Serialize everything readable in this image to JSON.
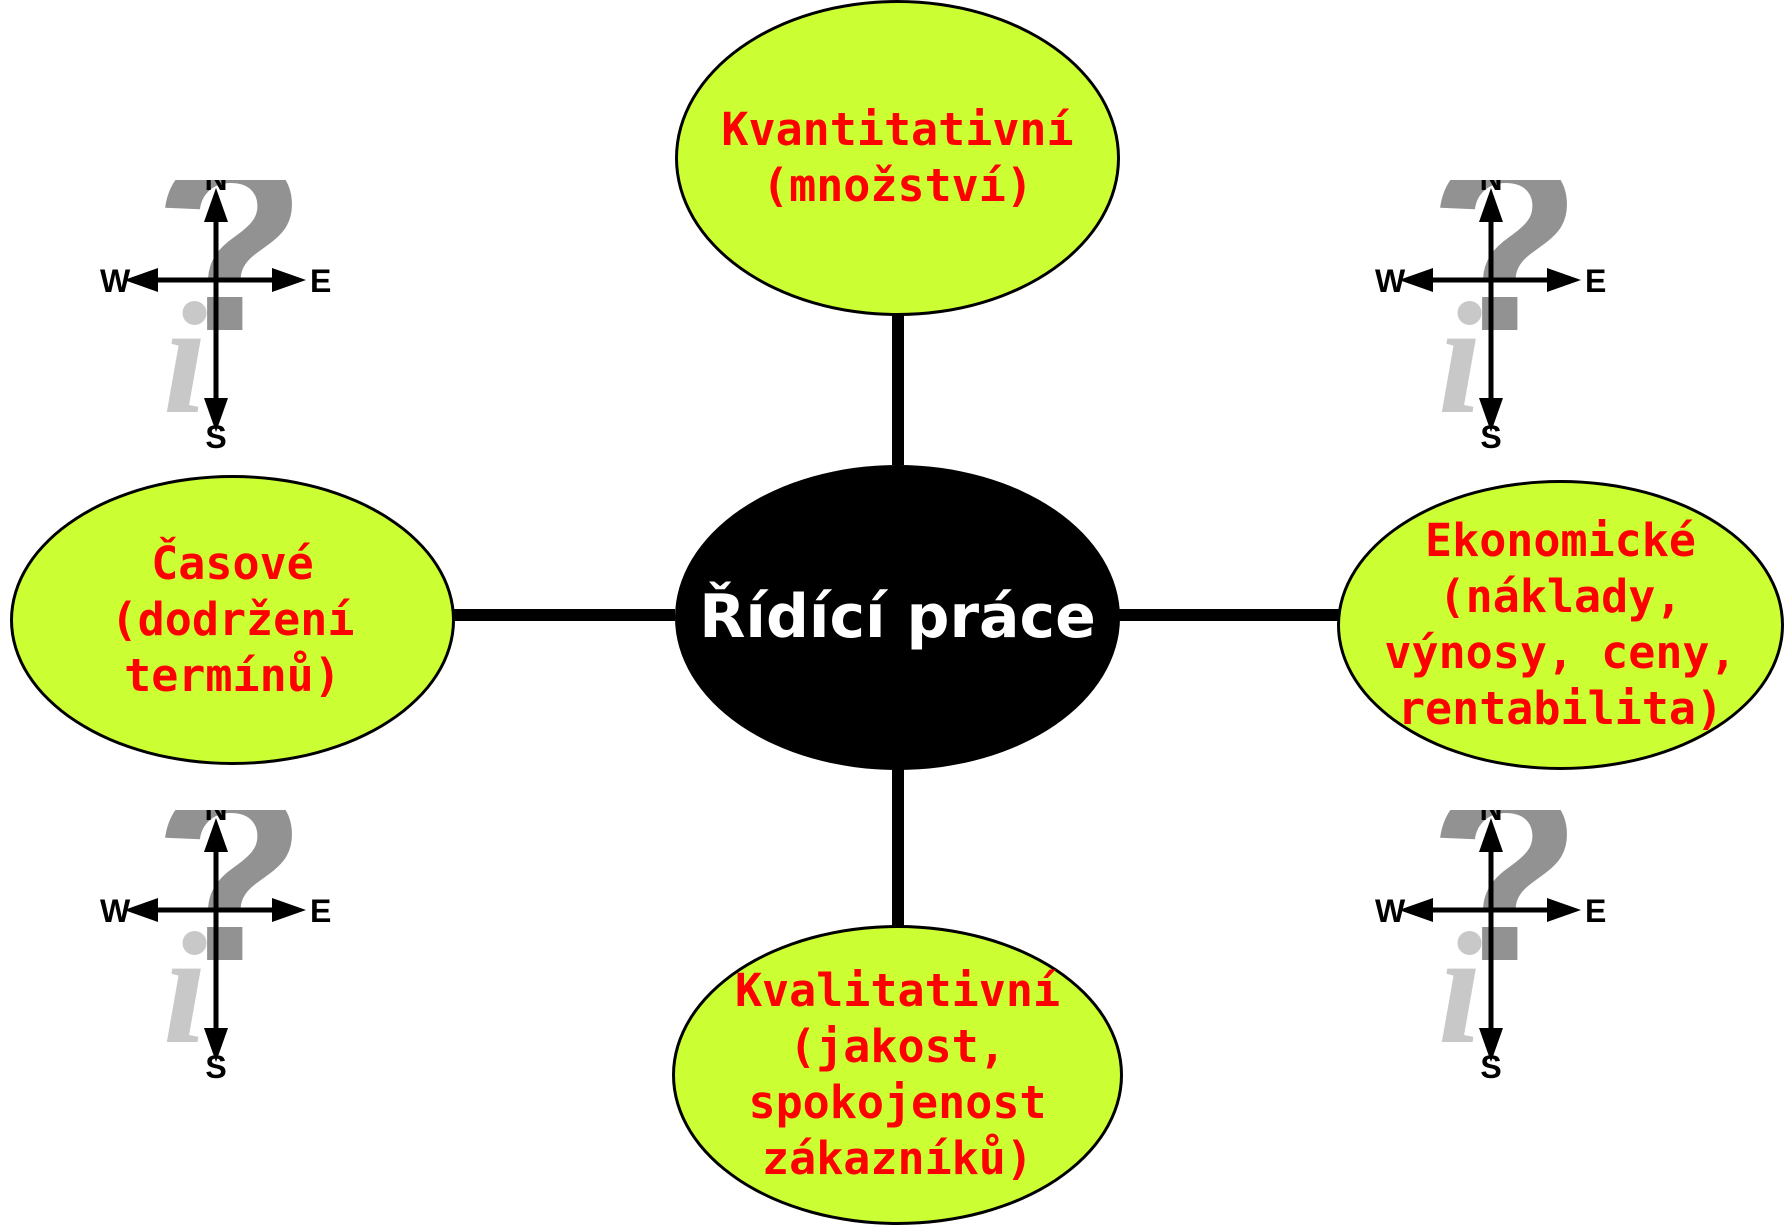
{
  "diagram": {
    "center": {
      "label": "Řídící práce"
    },
    "nodes": {
      "top": {
        "label": "Kvantitativní\n(množství)"
      },
      "left": {
        "label": "Časové\n(dodržení\ntermínů)"
      },
      "right": {
        "label": "Ekonomické\n(náklady,\nvýnosy, ceny,\nrentabilita)"
      },
      "bottom": {
        "label": "Kvalitativní\n(jakost,\nspokojenost\nzákazníků)"
      }
    },
    "compass": {
      "n": "N",
      "s": "S",
      "w": "W",
      "e": "E"
    },
    "colors": {
      "node_fill": "#ccff33",
      "node_text": "#ff0000",
      "center_fill": "#000000",
      "center_text": "#ffffff",
      "connector": "#000000"
    }
  }
}
